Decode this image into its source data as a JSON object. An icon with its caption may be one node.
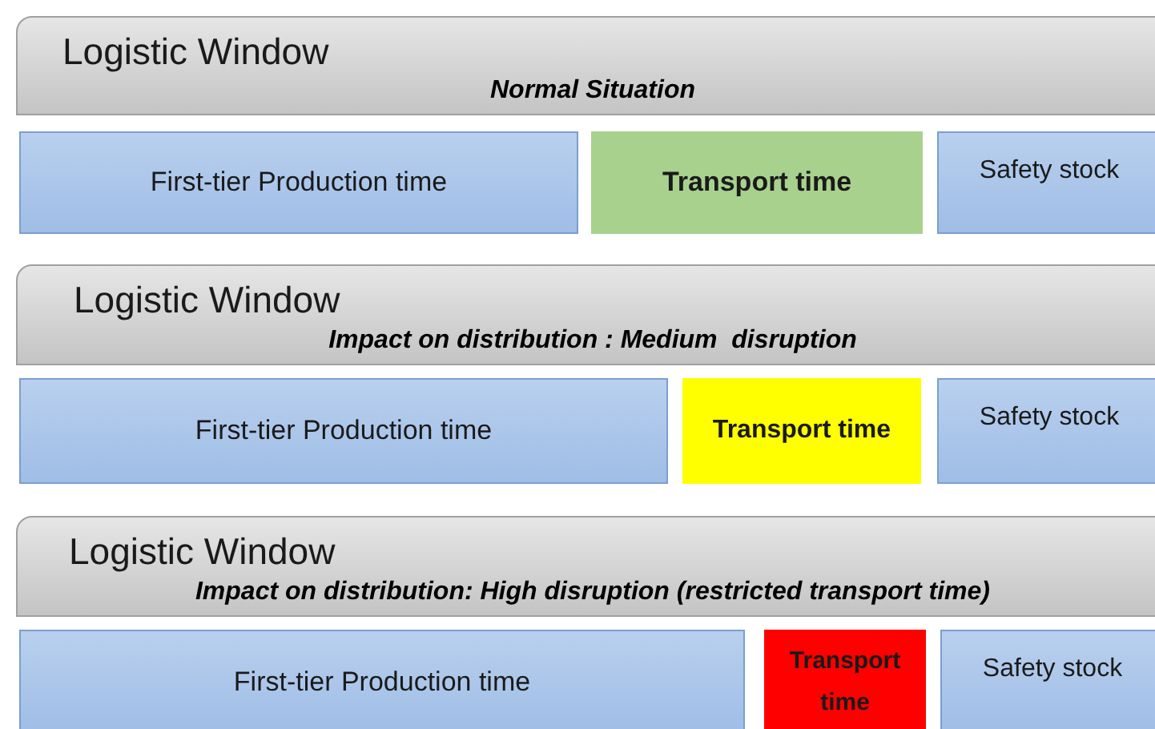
{
  "diagram": {
    "nodes": [
      {
        "text": [
          "Logistic Window",
          "Normal Situation"
        ]
      },
      {
        "text": [
          "First-tier Production time"
        ]
      },
      {
        "text": [
          "Transport time"
        ]
      },
      {
        "text": [
          "Safety stock"
        ]
      },
      {
        "text": [
          "Logistic Window",
          "Impact on distribution : Medium  disruption"
        ]
      },
      {
        "text": [
          "First-tier Production time"
        ]
      },
      {
        "text": [
          "Transport time"
        ]
      },
      {
        "text": [
          "Safety stock"
        ]
      },
      {
        "text": [
          "Logistic Window",
          "Impact on distribution: High disruption (restricted transport time)"
        ]
      },
      {
        "text": [
          "First-tier Production time"
        ]
      },
      {
        "text": [
          "Transport time"
        ]
      },
      {
        "text": [
          "Safety stock"
        ]
      }
    ]
  }
}
